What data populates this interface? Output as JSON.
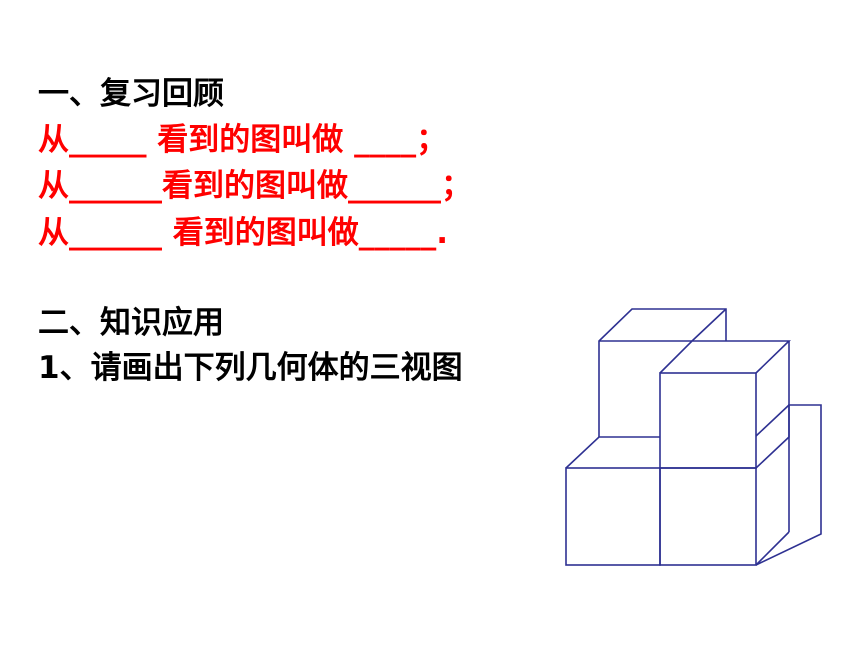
{
  "review": {
    "heading": "一、复习回顾",
    "lines": [
      "从_____ 看到的图叫做 ____；",
      "从______看到的图叫做______；",
      "从______ 看到的图叫做_____."
    ]
  },
  "application": {
    "heading": "二、知识应用",
    "question": "1、请画出下列几何体的三视图"
  },
  "colors": {
    "heading": "#000000",
    "review_lines": "#ff0000",
    "cube_edges": "#2e3192"
  }
}
